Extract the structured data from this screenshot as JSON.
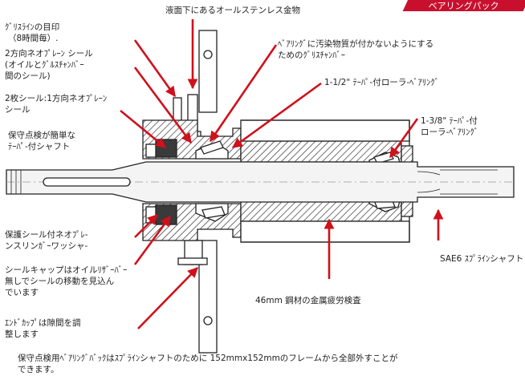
{
  "corner_tab": "ベアリングパック",
  "labels": {
    "grease_mark_1": "ｸﾞﾘｽﾗｲﾝの目印",
    "grease_mark_2": "（8時間毎）.",
    "submerged": "液面下にあるオールステンレス金物",
    "seal2_1": "2方向ネオﾌﾟﾚｰﾝ シール",
    "seal2_2": "(オイルとｸﾞﾙｽﾁｬﾝﾊﾞｰ",
    "seal2_3": "間のシール)",
    "bearing_protect_1": "ﾍﾞｱﾘﾝｸﾞに汚染物質が付かないようにする",
    "bearing_protect_2": "ためのｸﾞﾘｽﾁｬﾝﾊﾞｰ",
    "roller_large": "1-1/2\" ﾃｰﾊﾟ-付ローラ-ﾍﾞｱﾘﾝｸﾞ",
    "twin_seal_1": "2枚シール:1方向ネオﾌﾟﾚｰﾝ",
    "twin_seal_2": "シール",
    "roller_small_1": "1-3/8\" ﾃｰﾊﾟ-付",
    "roller_small_2": "ローラ-ﾍﾞｱﾘﾝｸﾞ",
    "shaft_1": "保守点検が簡単な",
    "shaft_2": "ﾃｰﾊﾟ-付シャフト",
    "washer_1": "保護シール付ネオﾌﾟﾚ-",
    "washer_2": "ンスリンｶﾞｰワッシャ-",
    "spline": "SAE6 ｽﾌﾟﾗｲﾝシャフト",
    "seal_cap_1": "シールキャップはオイルﾘｻﾞｰﾊﾞｰ",
    "seal_cap_2": "無しでシールの移動を見込ん",
    "seal_cap_3": "でいます",
    "steel": "46mm 鋼材の金属疲労検査",
    "end_cap_1": "ｴﾝﾄﾞｶｯﾌﾟは隙間を調",
    "end_cap_2": "整します"
  },
  "caption_line1": "保守点検用ﾍﾞｱﾘﾝｸﾞﾊﾞｯｸはｽﾌﾟﾗｲﾝシャフトのために 152mmx152mmのフレームから全部外すことが",
  "caption_line2": "できます。",
  "colors": {
    "arrow": "#d0101b",
    "tab": "#c8102e",
    "housing_fill": "#3a3a3a",
    "shaft": "#f4f4f4"
  }
}
